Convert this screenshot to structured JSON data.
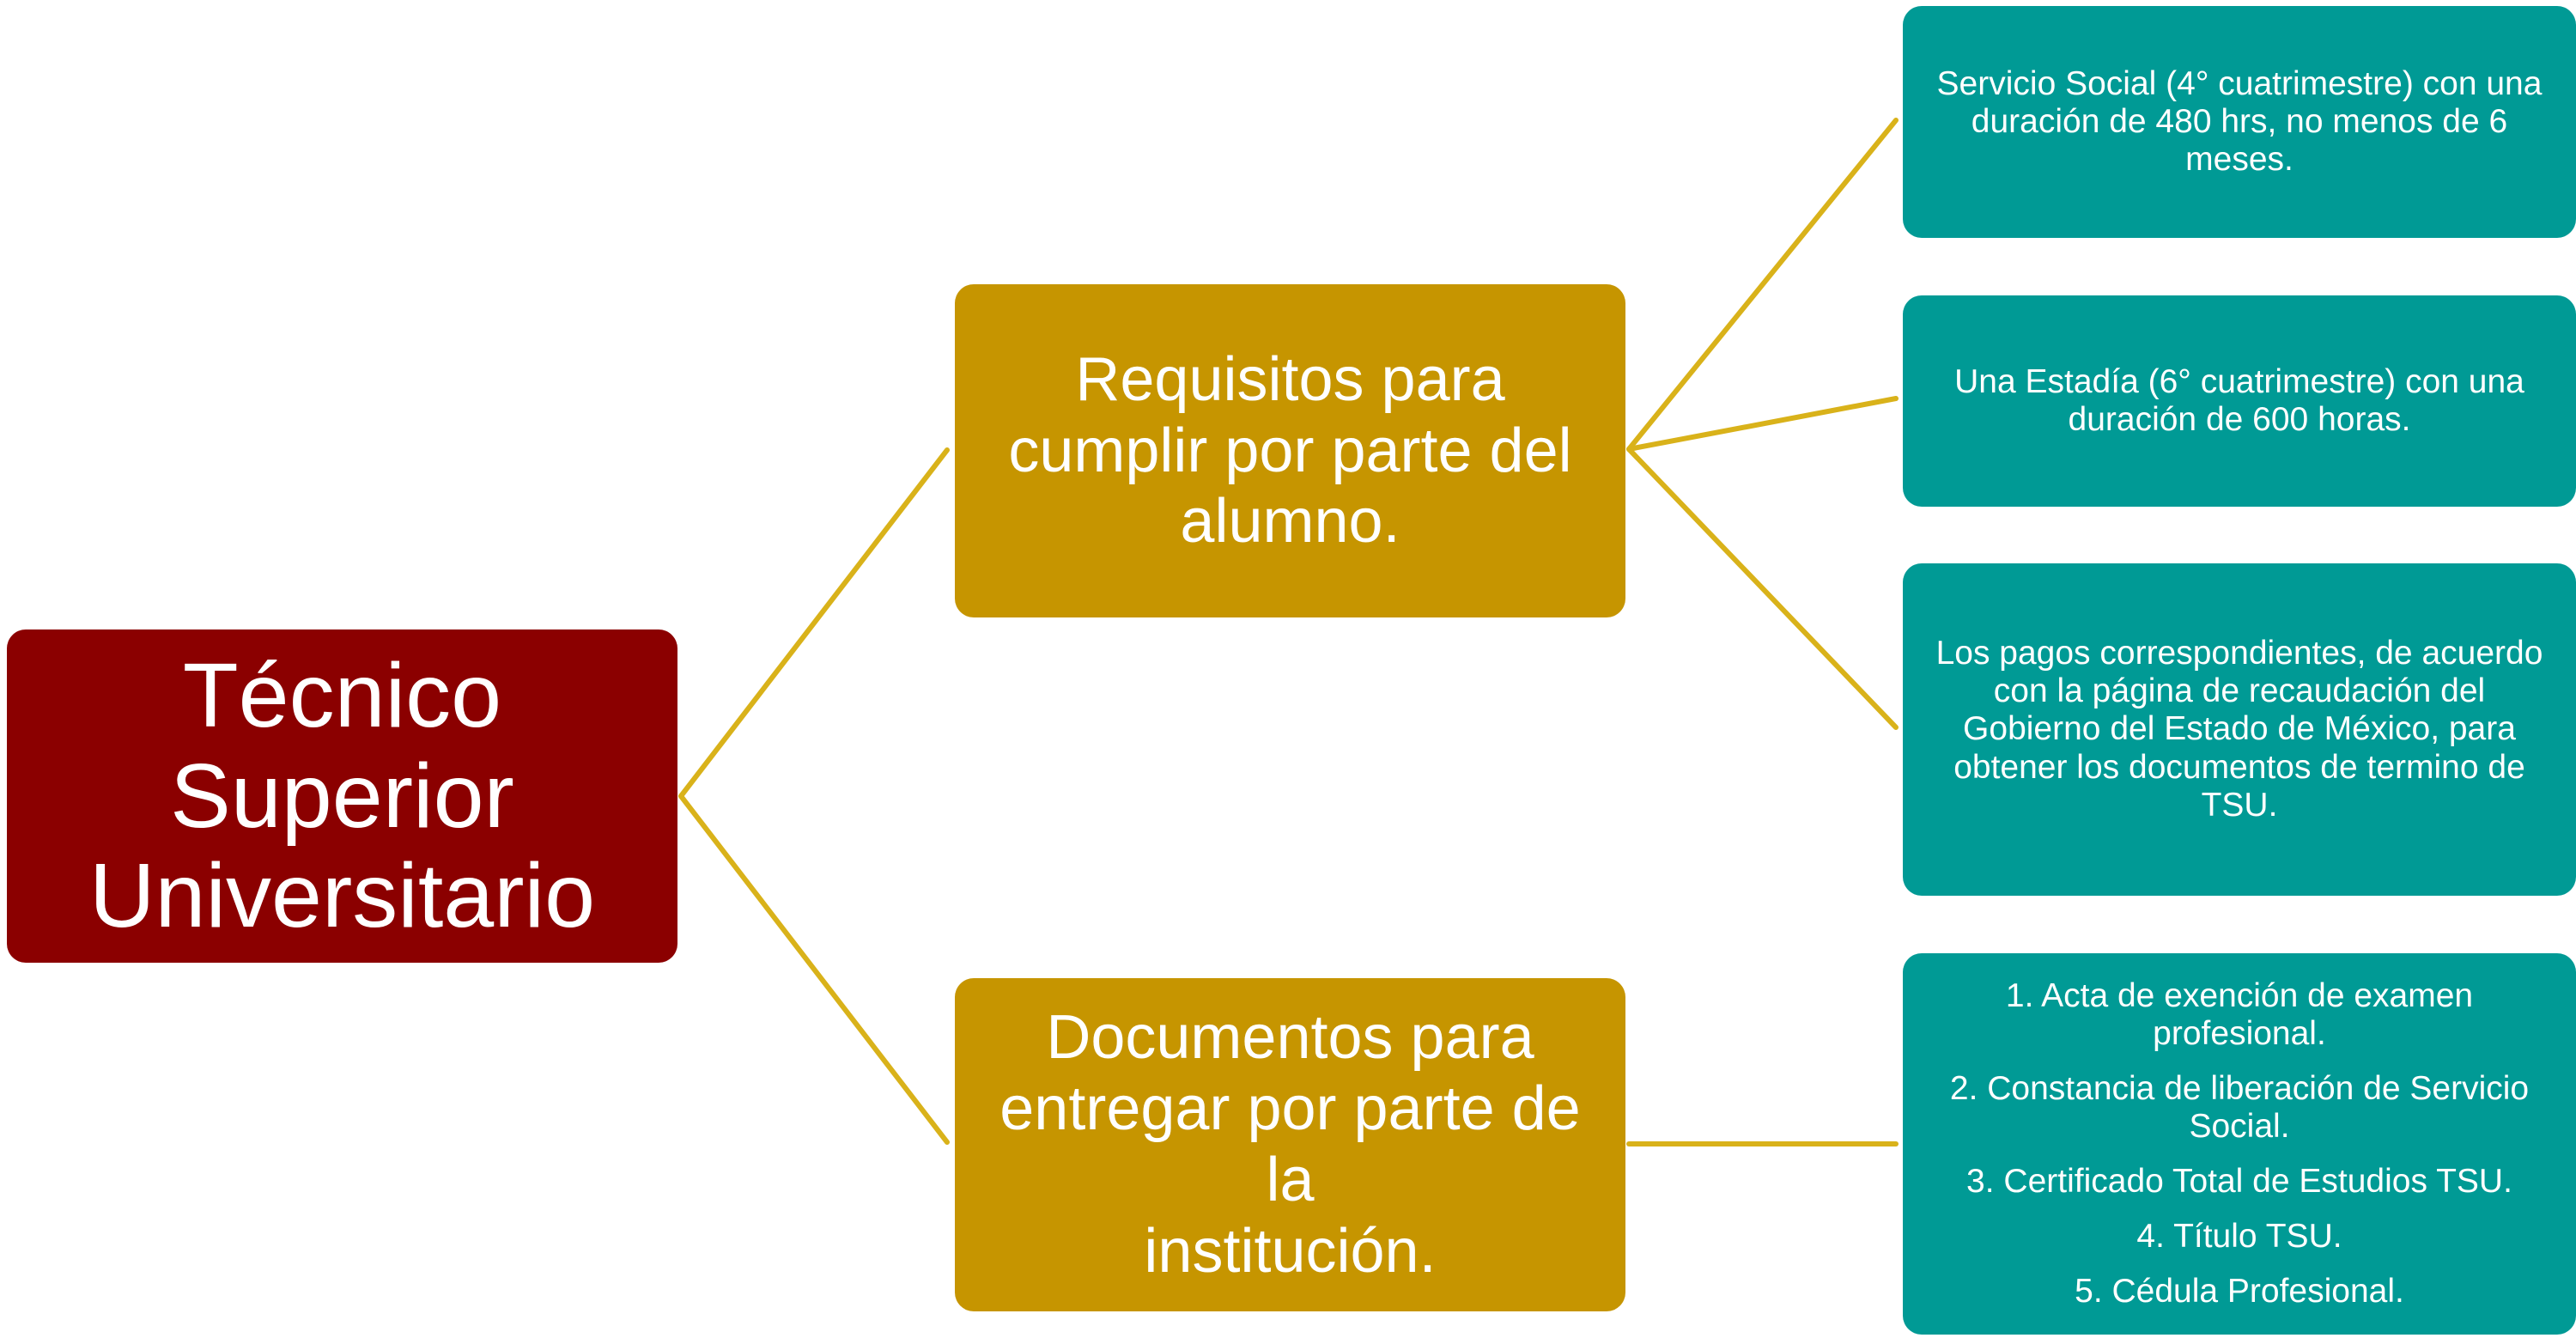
{
  "colors": {
    "root": "#8b0000",
    "branch": "#c69500",
    "leaf": "#009a95",
    "connector": "#d9b21a",
    "text": "#ffffff"
  },
  "root": {
    "lines": [
      "Técnico",
      "Superior",
      "Universitario"
    ]
  },
  "branches": {
    "requisitos": {
      "lines": [
        "Requisitos para",
        "cumplir por parte del",
        "alumno."
      ]
    },
    "documentos": {
      "lines": [
        "Documentos para",
        "entregar por parte de la",
        "institución."
      ]
    }
  },
  "leaves": {
    "servicio_social": {
      "lines": [
        "Servicio Social (4° cuatrimestre) con una",
        "duración de 480 hrs, no menos de 6",
        "meses."
      ]
    },
    "estadia": {
      "lines": [
        "Una Estadía (6° cuatrimestre) con una",
        "duración de 600 horas."
      ]
    },
    "pagos": {
      "lines": [
        "Los pagos correspondientes, de acuerdo",
        "con la página de recaudación del",
        "Gobierno del Estado de México, para",
        "obtener los documentos de termino de",
        "TSU."
      ]
    },
    "documentos_lista": {
      "items": [
        "1. Acta de exención de examen profesional.",
        "2. Constancia de liberación de Servicio Social.",
        "3. Certificado Total de Estudios TSU.",
        "4. Título TSU.",
        "5. Cédula Profesional."
      ]
    }
  }
}
